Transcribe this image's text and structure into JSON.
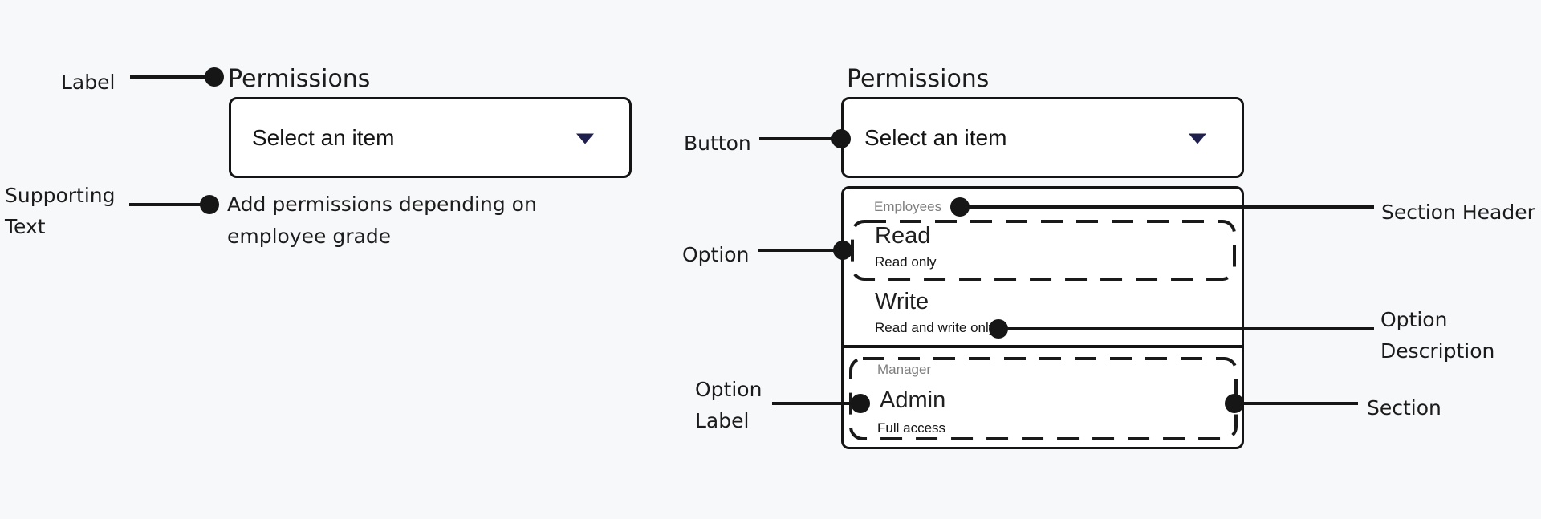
{
  "colors": {
    "background": "#f7f8fa",
    "ink": "#1b1b1b",
    "surface": "#ffffff",
    "muted_section_header": "#7f7f7f",
    "caret_accent": "#20204e"
  },
  "icons": {
    "button_caret": "caret-down-icon",
    "callout_marker": "annotation-dot"
  },
  "left_select": {
    "label": "Permissions",
    "button_text": "Select an item",
    "supporting_line1": "Add permissions depending on",
    "supporting_line2": "employee grade"
  },
  "right_select": {
    "label": "Permissions",
    "button_text": "Select an item",
    "menu": {
      "sections": [
        {
          "header": "Employees",
          "options": [
            {
              "label": "Read",
              "description": "Read only"
            },
            {
              "label": "Write",
              "description": "Read and write only"
            }
          ]
        },
        {
          "header": "Manager",
          "options": [
            {
              "label": "Admin",
              "description": "Full access"
            }
          ]
        }
      ]
    }
  },
  "annotations": {
    "label": "Label",
    "supporting_line1": "Supporting",
    "supporting_line2": "Text",
    "button": "Button",
    "option": "Option",
    "option_label_line1": "Option",
    "option_label_line2": "Label",
    "section_header": "Section Header",
    "option_description_line1": "Option",
    "option_description_line2": "Description",
    "section": "Section"
  }
}
